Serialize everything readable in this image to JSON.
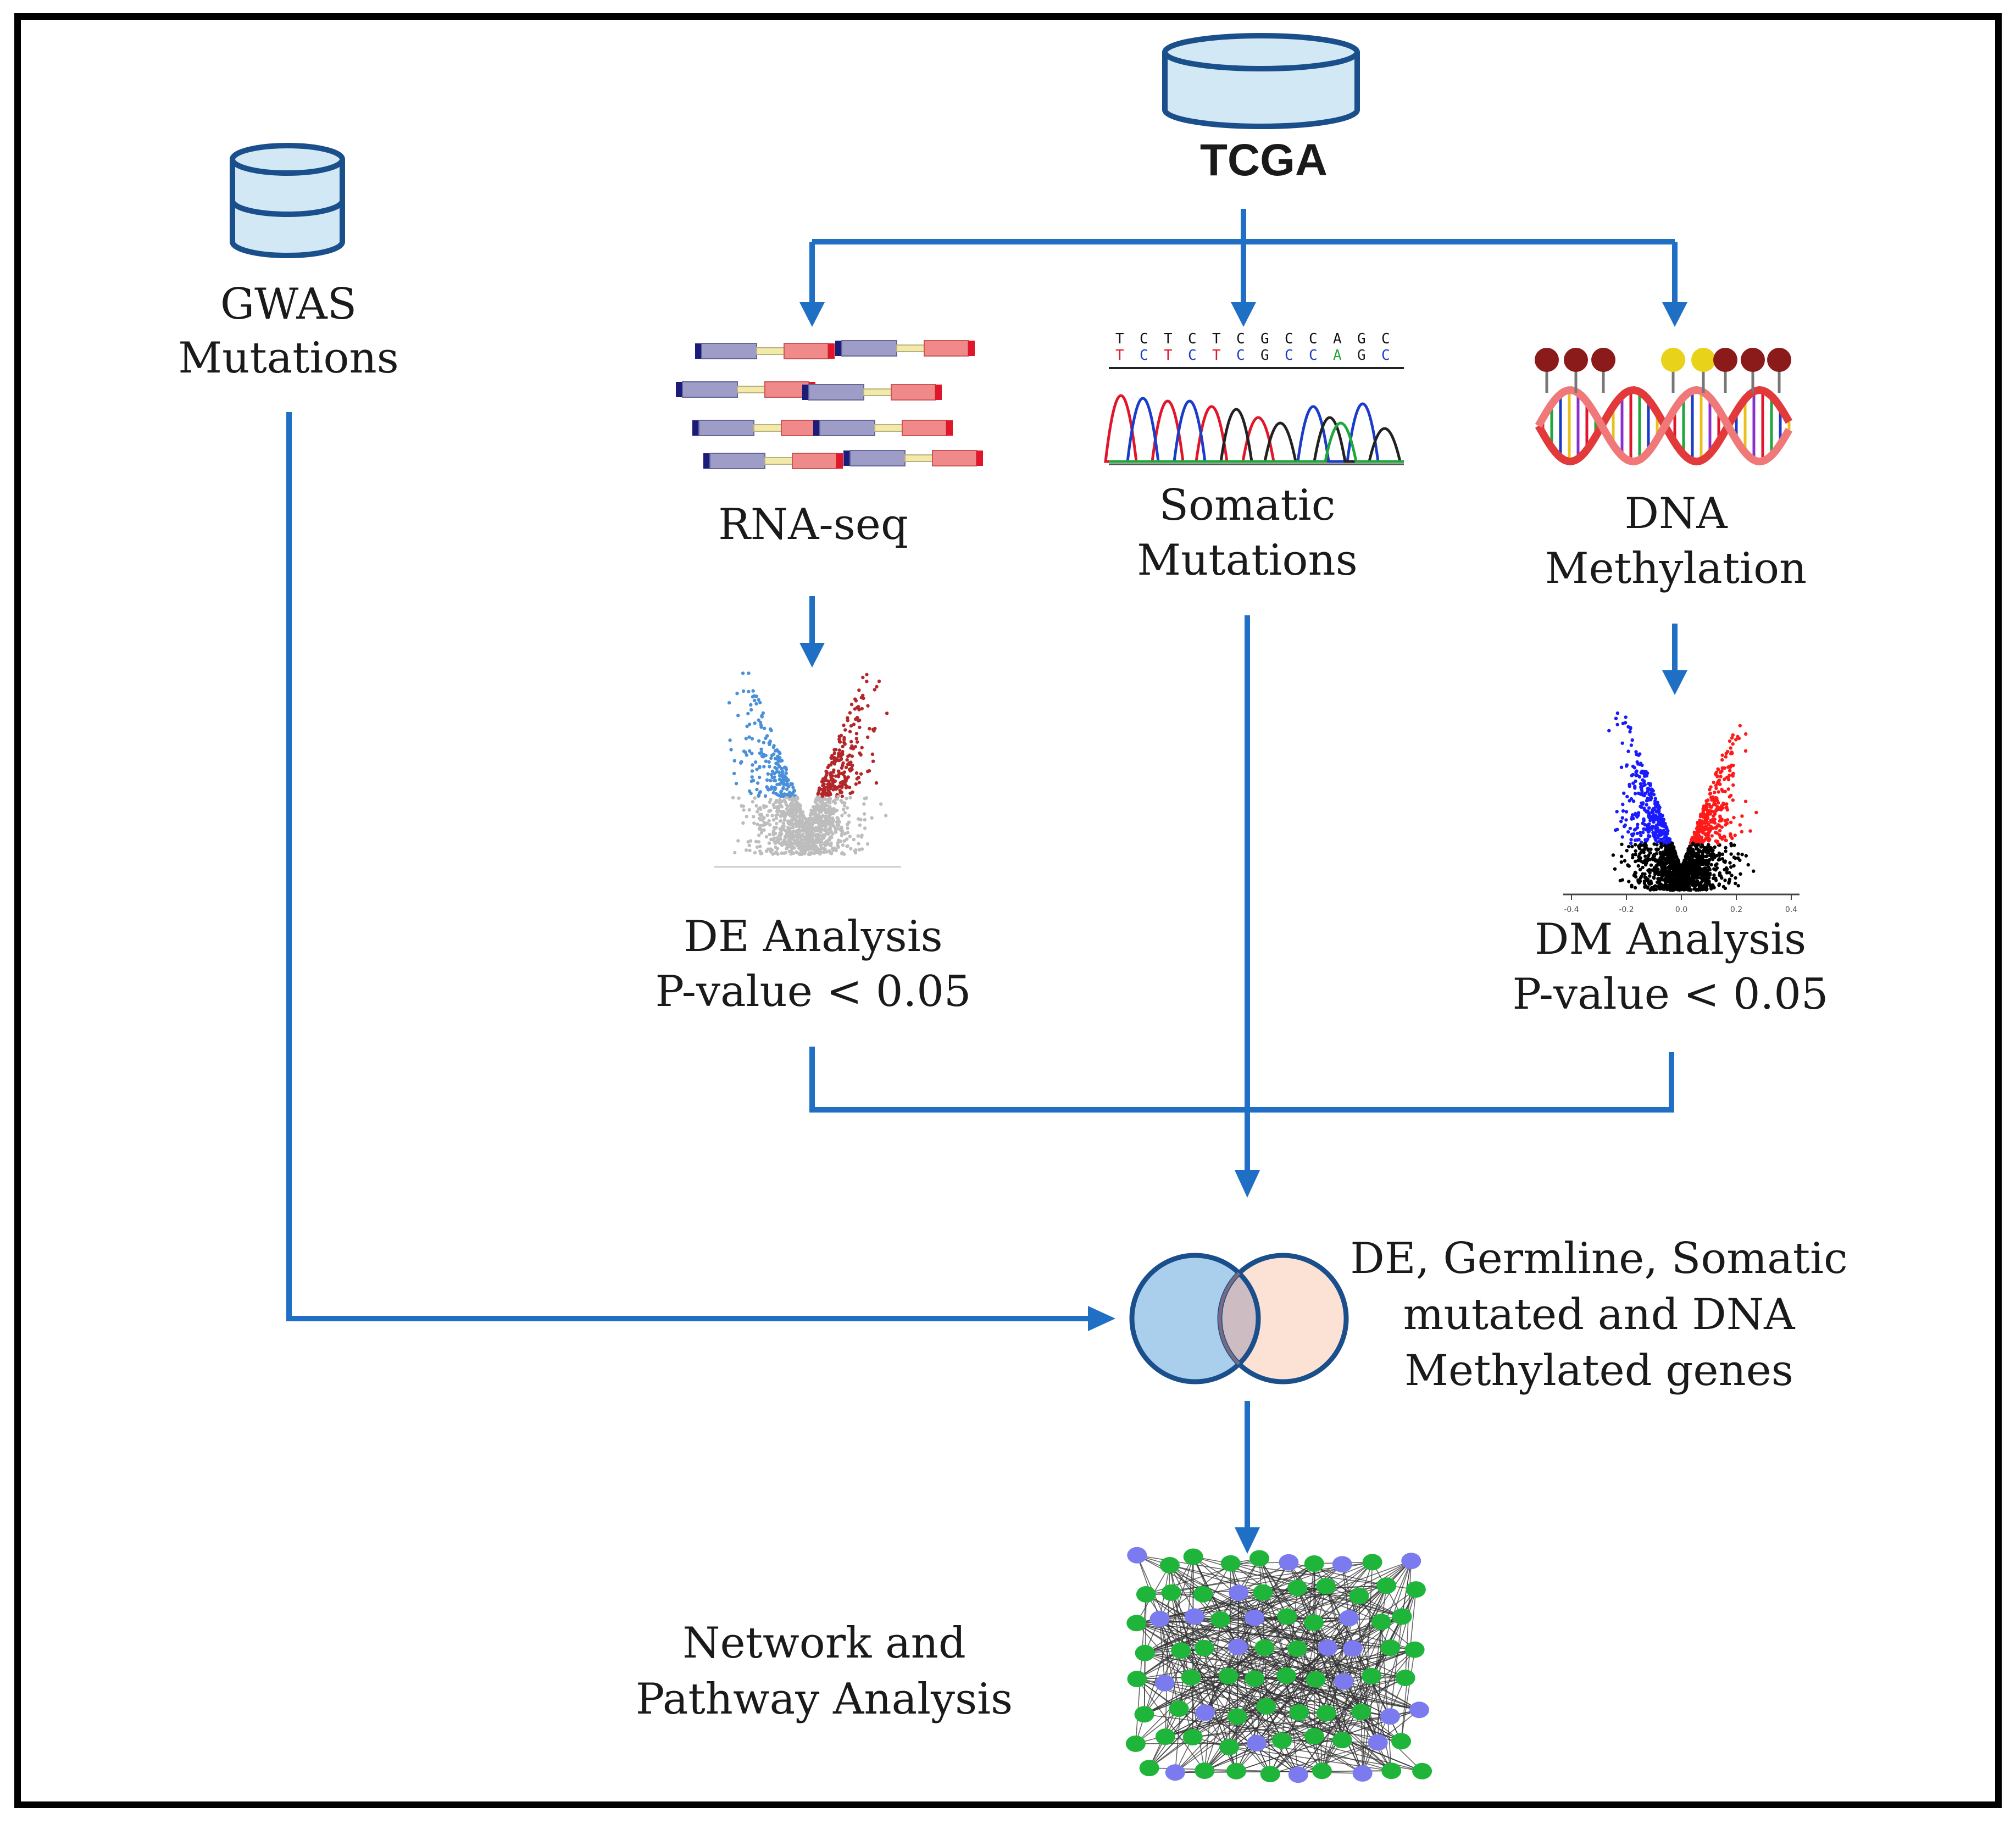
{
  "colors": {
    "flow": "#1f6fc5",
    "frame": "#000000",
    "db_fill": "#d3e8f5",
    "db_stroke": "#1a4f8c",
    "venn_left": "#a9cfec",
    "venn_right": "#fbe2d4",
    "venn_overlap": "#cdbcc2",
    "volcano_down": "#4a90d9",
    "volcano_up": "#b3262a",
    "volcano_ns": "#bdbdbd",
    "dm_down": "#1a1aff",
    "dm_up": "#ff1a1a",
    "dm_ns": "#000000",
    "node_green": "#1fb53a",
    "node_blue": "#7b7bef"
  },
  "icons": {
    "tcga": "database-icon",
    "gwas": "database-icon",
    "rnaseq": "sequencing-reads-icon",
    "somatic": "chromatogram-icon",
    "methylation": "methylated-dna-icon",
    "de_plot": "volcano-plot-icon",
    "dm_plot": "volcano-plot-icon",
    "venn": "venn-diagram-icon",
    "network": "network-graph-icon"
  },
  "labels": {
    "tcga": "TCGA",
    "gwas": [
      "GWAS",
      "Mutations"
    ],
    "rnaseq": "RNA-seq",
    "somatic": [
      "Somatic",
      "Mutations"
    ],
    "methylation": [
      "DNA",
      "Methylation"
    ],
    "de": [
      "DE Analysis",
      "P-value < 0.05"
    ],
    "dm": [
      "DM Analysis",
      "P-value < 0.05"
    ],
    "venn": [
      "DE, Germline, Somatic",
      "mutated and DNA",
      "Methylated genes"
    ],
    "network": [
      "Network and",
      "Pathway Analysis"
    ]
  },
  "chromatogram_seq": [
    "T",
    "C",
    "T",
    "C",
    "T",
    "C",
    "G",
    "C",
    "C",
    "A",
    "G",
    "C"
  ],
  "dm_axis_ticks": [
    "-0.4",
    "-0.2",
    "0.0",
    "0.2",
    "0.4"
  ]
}
